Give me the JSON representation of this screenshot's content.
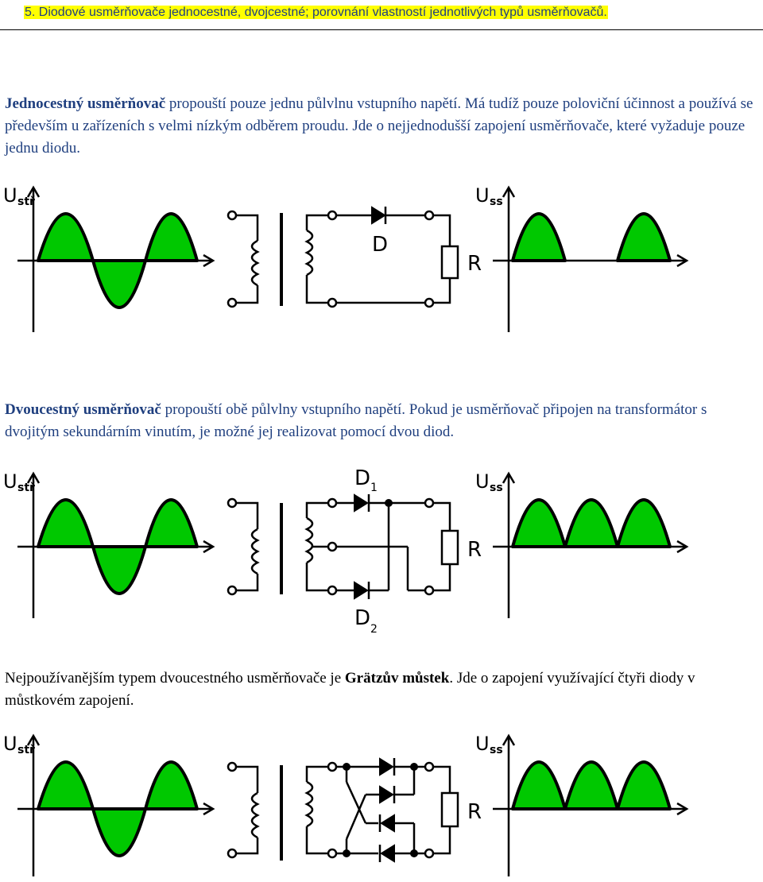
{
  "heading": {
    "number": "5.",
    "text": "Diodové usměrňovače jednocestné, dvojcestné; porovnání vlastností jednotlivých typů usměrňovačů."
  },
  "section1": {
    "bold": "Jednocestný usměrňovač",
    "rest": " propouští pouze jednu půlvlnu vstupního napětí. Má tudíž pouze poloviční účinnost a používá se především u zařízeních s velmi nízkým odběrem proudu. Jde o nejjednodušší zapojení usměrňovače, které vyžaduje pouze jednu diodu."
  },
  "section2": {
    "bold": "Dvoucestný usměrňovač",
    "rest": " propouští obě půlvlny vstupního napětí. Pokud je usměrňovač připojen na transformátor s dvojitým sekundárním vinutím, je možné jej realizovat pomocí dvou diod."
  },
  "section3": {
    "pre": "Nejpoužívanějším typem dvoucestného usměrňovače je ",
    "bold": "Grätzův můstek",
    "post": ". Jde o zapojení využívající čtyři diody v můstkovém zapojení."
  },
  "figure_labels": {
    "u": "U",
    "input_sub": "stř",
    "output_sub": "ss",
    "resistor": "R",
    "diode": "D",
    "d1_sub": "1",
    "d2_sub": "2"
  },
  "colors": {
    "text_blue": "#1f3f7f",
    "highlight": "#ffff00",
    "wave_fill": "#00c800"
  }
}
